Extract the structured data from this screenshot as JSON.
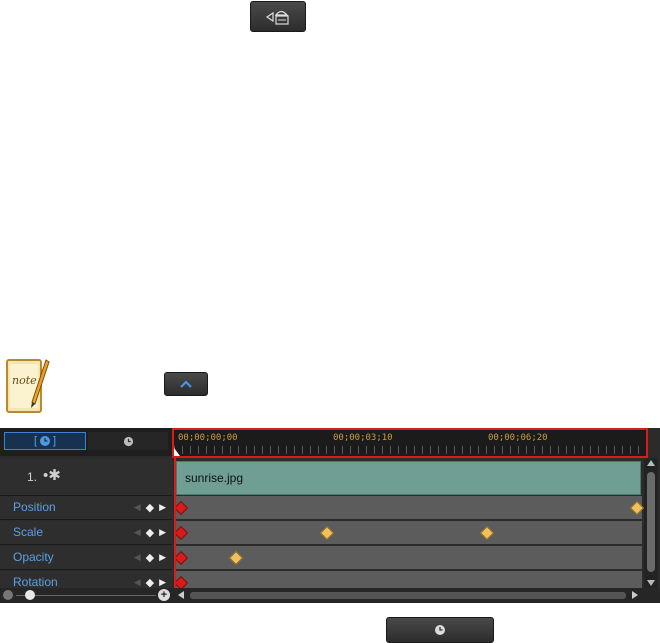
{
  "toolbar_icons": {
    "keyframe_icon": "keyframe-settings-icon",
    "collapse_icon": "chevron-up-icon",
    "clock_icon": "clock-icon"
  },
  "note_icon": {
    "name": "note-icon",
    "text": "note"
  },
  "timeline": {
    "ruler": {
      "labels": [
        "00;00;00;00",
        "00;00;03;10",
        "00;00;06;20"
      ]
    },
    "track": {
      "number": "1.",
      "clip_name": "sunrise.jpg"
    },
    "rows": [
      {
        "label": "Position",
        "keyframes": [
          0.0,
          1.0
        ]
      },
      {
        "label": "Scale",
        "keyframes": [
          0.0,
          0.32,
          0.67
        ]
      },
      {
        "label": "Opacity",
        "keyframes": [
          0.0,
          0.12
        ]
      },
      {
        "label": "Rotation",
        "keyframes": [
          0.0
        ]
      }
    ]
  },
  "colors": {
    "accent_blue": "#5aa0e6",
    "keyframe": "#f0c060",
    "ruler_highlight": "#d91b1b",
    "clip": "#6e9e94"
  }
}
